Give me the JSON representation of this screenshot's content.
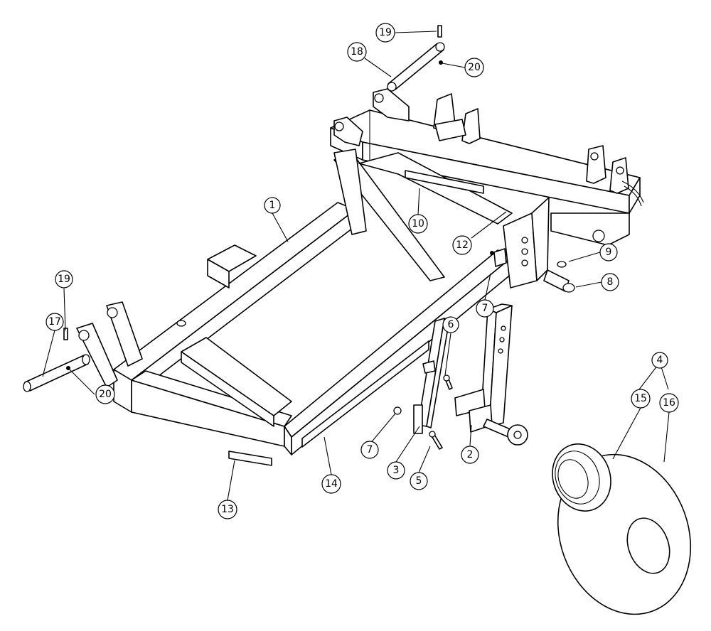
{
  "diagram": {
    "callouts": [
      {
        "key": "c1",
        "label": "1"
      },
      {
        "key": "c2",
        "label": "2"
      },
      {
        "key": "c3",
        "label": "3"
      },
      {
        "key": "c4",
        "label": "4"
      },
      {
        "key": "c5",
        "label": "5"
      },
      {
        "key": "c6",
        "label": "6"
      },
      {
        "key": "c7a",
        "label": "7"
      },
      {
        "key": "c7b",
        "label": "7"
      },
      {
        "key": "c8",
        "label": "8"
      },
      {
        "key": "c9",
        "label": "9"
      },
      {
        "key": "c10",
        "label": "10"
      },
      {
        "key": "c12",
        "label": "12"
      },
      {
        "key": "c13",
        "label": "13"
      },
      {
        "key": "c14",
        "label": "14"
      },
      {
        "key": "c15",
        "label": "15"
      },
      {
        "key": "c16",
        "label": "16"
      },
      {
        "key": "c17",
        "label": "17"
      },
      {
        "key": "c18",
        "label": "18"
      },
      {
        "key": "c19a",
        "label": "19"
      },
      {
        "key": "c19b",
        "label": "19"
      },
      {
        "key": "c20a",
        "label": "20"
      },
      {
        "key": "c20b",
        "label": "20"
      }
    ]
  }
}
